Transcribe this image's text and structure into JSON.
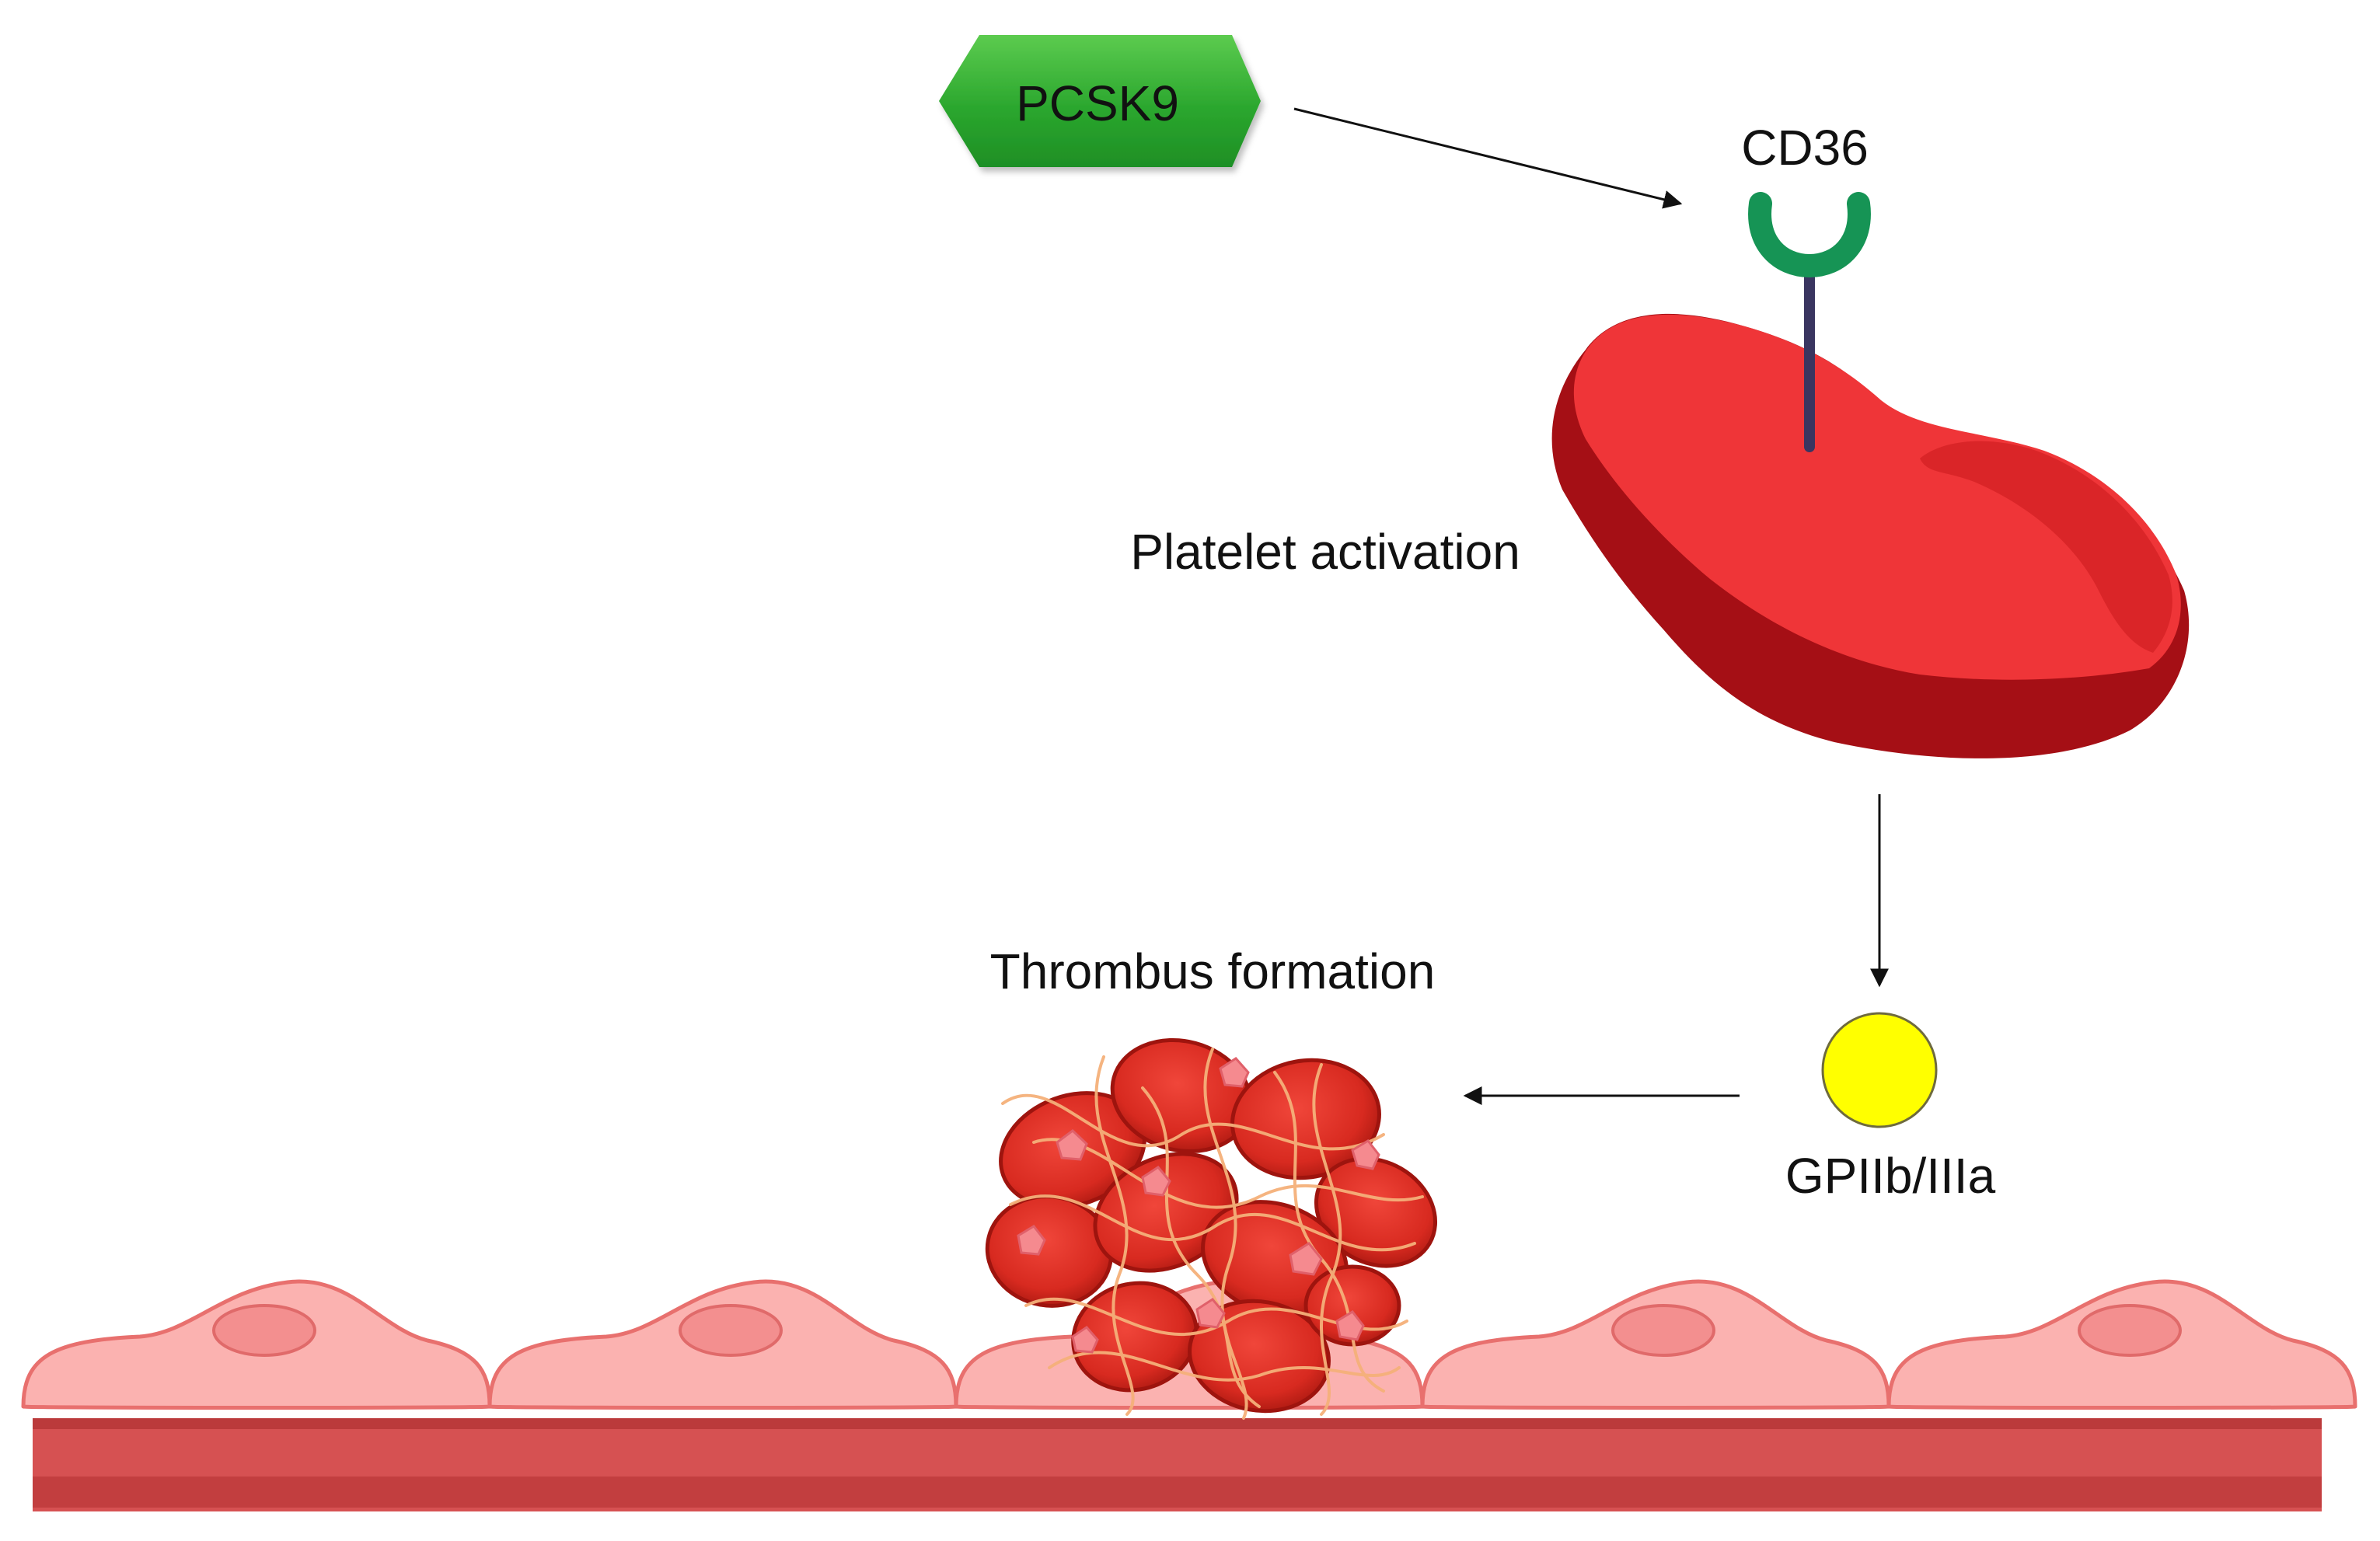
{
  "pcsk9_label": "PCSK9",
  "cd36_label": "CD36",
  "platelet_activation_label": "Platelet activation",
  "thrombus_formation_label": "Thrombus formation",
  "gp_label": "GPIIb/IIIa",
  "colors": {
    "pcsk9_fill": "#2DAA2D",
    "receptor_green": "#169455",
    "receptor_stem": "#3A3560",
    "platelet_red": "#EF3538",
    "platelet_dark": "#A50F15",
    "gp_yellow": "#FFFF00",
    "cell_pink": "#FBB2B0",
    "nucleus_pink": "#F38F8F",
    "vessel_red": "#D65152",
    "vessel_dark": "#BB3A3B",
    "clot_red": "#D92A1F",
    "fibrin": "#F5B07A"
  }
}
